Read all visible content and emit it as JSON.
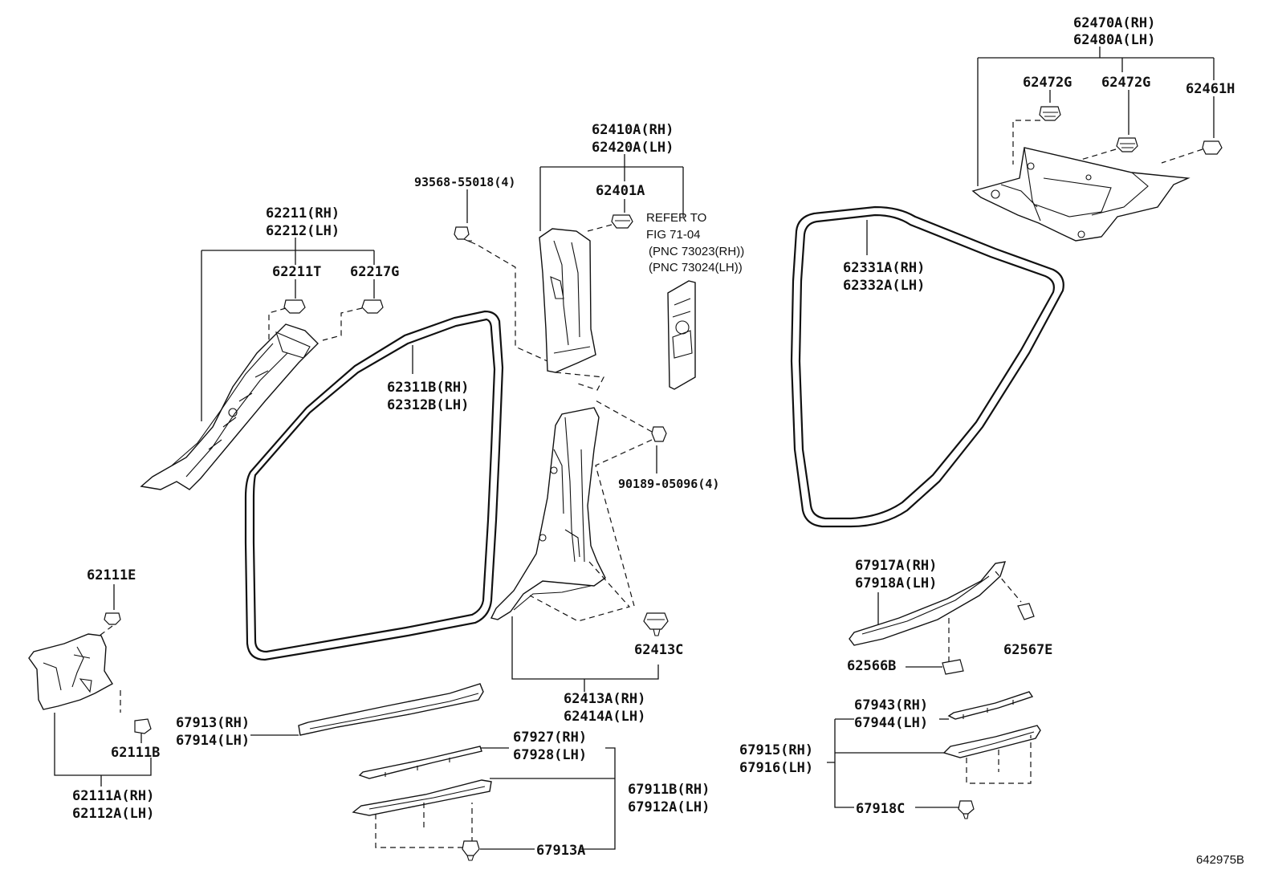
{
  "labels": {
    "p62470a": "62470A(RH)",
    "p62480a": "62480A(LH)",
    "p62472g_1": "62472G",
    "p62472g_2": "62472G",
    "p62461h": "62461H",
    "p62410a": "62410A(RH)",
    "p62420a": "62420A(LH)",
    "p62401a": "62401A",
    "p93568": "93568-55018(4)",
    "refer_1": "REFER TO",
    "refer_2": "FIG 71-04",
    "refer_3": "(PNC 73023(RH))",
    "refer_4": "(PNC 73024(LH))",
    "p62211": "62211(RH)",
    "p62212": "62212(LH)",
    "p62211t": "62211T",
    "p62217g": "62217G",
    "p62311b": "62311B(RH)",
    "p62312b": "62312B(LH)",
    "p62331a": "62331A(RH)",
    "p62332a": "62332A(LH)",
    "p90189": "90189-05096(4)",
    "p67917a": "67917A(RH)",
    "p67918a": "67918A(LH)",
    "p62111e": "62111E",
    "p62413c": "62413C",
    "p62566b": "62566B",
    "p62567e": "62567E",
    "p62413a": "62413A(RH)",
    "p62414a": "62414A(LH)",
    "p67943": "67943(RH)",
    "p67944": "67944(LH)",
    "p67913": "67913(RH)",
    "p67914": "67914(LH)",
    "p62111b": "62111B",
    "p67927": "67927(RH)",
    "p67928": "67928(LH)",
    "p67915": "67915(RH)",
    "p67916": "67916(LH)",
    "p67911b": "67911B(RH)",
    "p67912a": "67912A(LH)",
    "p62111a": "62111A(RH)",
    "p62112a": "62112A(LH)",
    "p67918c": "67918C",
    "p67913a": "67913A"
  },
  "figure_id": "642975B"
}
